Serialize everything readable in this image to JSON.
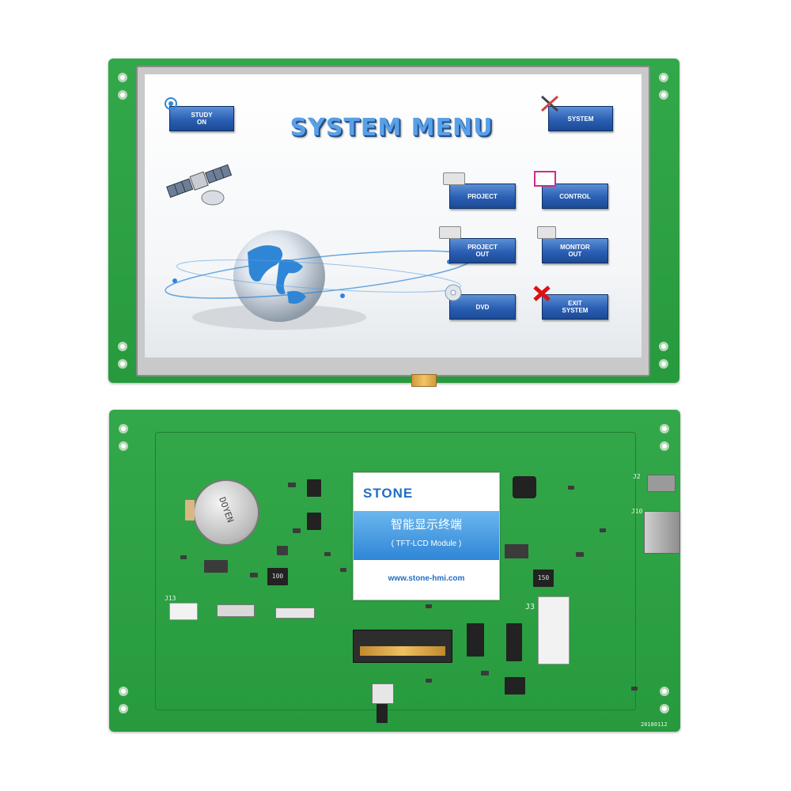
{
  "front_screen": {
    "title": "SYSTEM MENU",
    "buttons": {
      "study_on": "STUDY\nON",
      "system": "SYSTEM",
      "project": "PROJECT",
      "control": "CONTROL",
      "project_out": "PROJECT\nOUT",
      "monitor_out": "MONITOR\nOUT",
      "dvd": "DVD",
      "exit_system": "EXIT\nSYSTEM"
    }
  },
  "back_board": {
    "module_label": {
      "brand": "STONE",
      "chinese_text": "智能显示终端",
      "subtitle": "( TFT-LCD Module )",
      "url": "www.stone-hmi.com"
    },
    "silkscreen": {
      "j2": "J2",
      "j10": "J10",
      "j3": "J3",
      "j13": "J13",
      "inductor_100": "100",
      "inductor_150": "150",
      "date_code": "20180112",
      "battery": "DOYEN"
    }
  },
  "colors": {
    "pcb_green": "#2ea043",
    "button_blue": "#2a5fb4",
    "title_blue": "#5aa0e6",
    "brand_blue": "#1f6fc4"
  }
}
